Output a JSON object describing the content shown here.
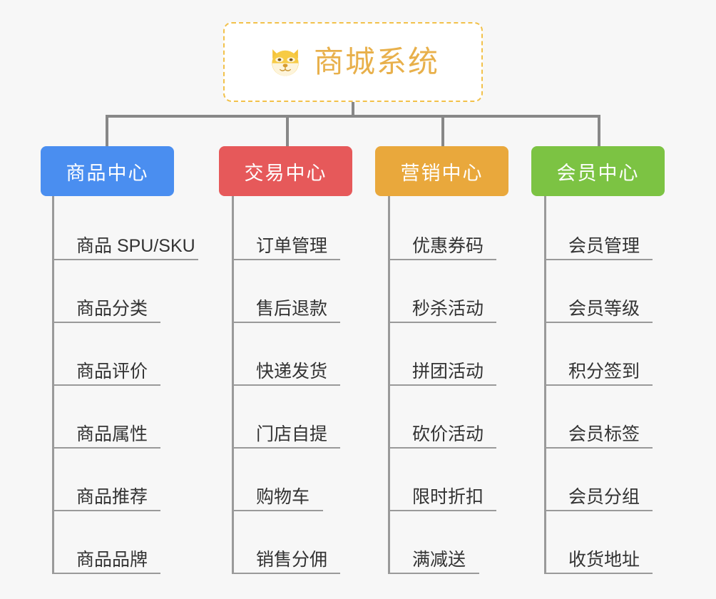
{
  "canvas": {
    "background_color": "#f7f7f7",
    "line_color": "#888888",
    "leaf_line_color": "#9a9a9a"
  },
  "root": {
    "title": "商城系统",
    "icon": "shiba-dog-icon",
    "text_color": "#e8b04b",
    "border_color": "#f2c14a",
    "background_color": "#ffffff"
  },
  "branches": [
    {
      "label": "商品中心",
      "color": "#4a8ef0",
      "leaves": [
        "商品 SPU/SKU",
        "商品分类",
        "商品评价",
        "商品属性",
        "商品推荐",
        "商品品牌"
      ]
    },
    {
      "label": "交易中心",
      "color": "#e6595a",
      "leaves": [
        "订单管理",
        "售后退款",
        "快递发货",
        "门店自提",
        "购物车",
        "销售分佣"
      ]
    },
    {
      "label": "营销中心",
      "color": "#e9a83c",
      "leaves": [
        "优惠券码",
        "秒杀活动",
        "拼团活动",
        "砍价活动",
        "限时折扣",
        "满减送"
      ]
    },
    {
      "label": "会员中心",
      "color": "#7cc343",
      "leaves": [
        "会员管理",
        "会员等级",
        "积分签到",
        "会员标签",
        "会员分组",
        "收货地址"
      ]
    }
  ]
}
